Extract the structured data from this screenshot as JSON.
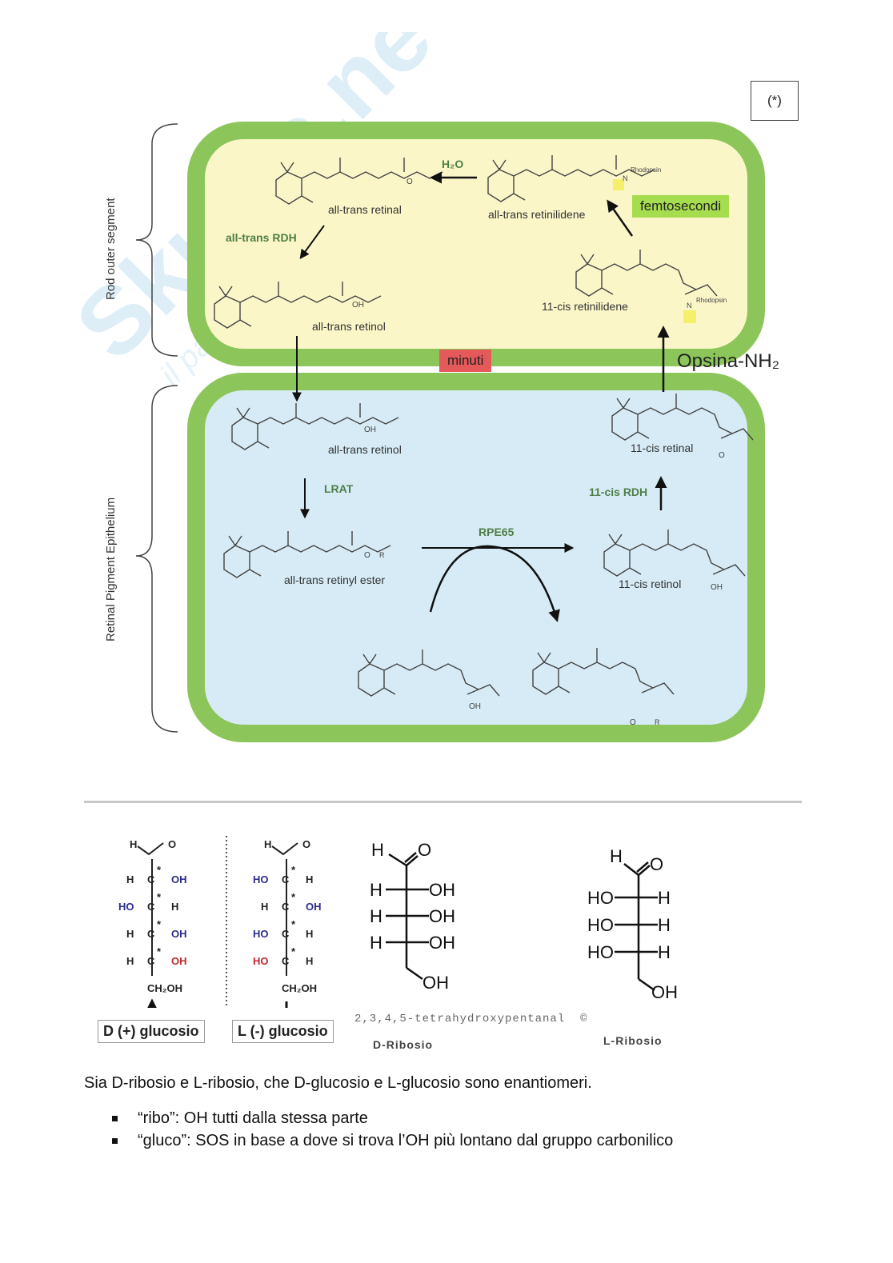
{
  "corner_mark": "(*)",
  "watermark": {
    "brand": "Skuola.net",
    "tagline": "il paradiso dello studente"
  },
  "diagram": {
    "compartments": {
      "rod": {
        "label": "Rod outer segment",
        "color": "#fbf6c8"
      },
      "rpe": {
        "label": "Retinal Pigment Epithelium",
        "color": "#d6ebf5"
      },
      "border_color": "#8cc65b"
    },
    "molecules": {
      "all_trans_retinal": "all-trans retinal",
      "all_trans_retinol_rod": "all-trans retinol",
      "all_trans_retinilidene": "all-trans retinilidene",
      "cis_retinilidene": "11-cis retinilidene",
      "all_trans_retinol_rpe": "all-trans retinol",
      "all_trans_retinyl_ester": "all-trans retinyl ester",
      "cis_retinal": "11-cis retinal",
      "cis_retinol": "11-cis retinol"
    },
    "groups": {
      "rhodopsin": "Rhodopsin",
      "oh": "OH",
      "o": "O",
      "r": "R",
      "n": "N"
    },
    "enzymes": {
      "h2o": "H₂O",
      "all_trans_rdh": "all-trans RDH",
      "lrat": "LRAT",
      "rpe65": "RPE65",
      "cis_rdh": "11-cis RDH"
    },
    "tags": {
      "femto": "femtosecondi",
      "minuti": "minuti",
      "opsina": "Opsina-NH₂"
    },
    "tag_colors": {
      "femto": "#a5dd4f",
      "minuti": "#e45a5a"
    }
  },
  "sugars": {
    "d_glucose": {
      "label": "D (+) glucosio",
      "rows": [
        {
          "left": "H",
          "right": "OH",
          "hl": "right",
          "color": "#2b2b8c"
        },
        {
          "left": "HO",
          "right": "H",
          "hl": "left",
          "color": "#2b2b8c"
        },
        {
          "left": "H",
          "right": "OH",
          "hl": "right",
          "color": "#2b2b8c"
        },
        {
          "left": "H",
          "right": "OH",
          "hl": "right",
          "color": "#c0282d"
        }
      ],
      "top": "H",
      "top_o": "O",
      "bottom": "CH₂OH",
      "center": "C",
      "star": "*"
    },
    "l_glucose": {
      "label": "L (-) glucosio",
      "rows": [
        {
          "left": "HO",
          "right": "H",
          "hl": "left",
          "color": "#2b2b8c"
        },
        {
          "left": "H",
          "right": "OH",
          "hl": "right",
          "color": "#2b2b8c"
        },
        {
          "left": "HO",
          "right": "H",
          "hl": "left",
          "color": "#2b2b8c"
        },
        {
          "left": "HO",
          "right": "H",
          "hl": "left",
          "color": "#c0282d"
        }
      ],
      "top": "H",
      "top_o": "O",
      "bottom": "CH₂OH",
      "center": "C",
      "star": "*"
    },
    "d_ribose": {
      "iupac": "2,3,4,5-tetrahydroxypentanal",
      "iupac_icon": "©",
      "label": "D-Ribosio",
      "rows": [
        {
          "left": "H",
          "right": "OH"
        },
        {
          "left": "H",
          "right": "OH"
        },
        {
          "left": "H",
          "right": "OH"
        }
      ],
      "top_h": "H",
      "top_o": "O",
      "bottom": "OH"
    },
    "l_ribose": {
      "label": "L-Ribosio",
      "rows": [
        {
          "left": "HO",
          "right": "H"
        },
        {
          "left": "HO",
          "right": "H"
        },
        {
          "left": "HO",
          "right": "H"
        }
      ],
      "top_h": "H",
      "top_o": "O",
      "bottom": "OH"
    }
  },
  "text": {
    "paragraph": "Sia D-ribosio e L-ribosio, che D-glucosio e L-glucosio sono enantiomeri.",
    "bullets": [
      "“ribo”: OH tutti dalla stessa parte",
      "“gluco”: SOS in base a dove si trova l’OH più lontano dal gruppo carbonilico"
    ]
  }
}
